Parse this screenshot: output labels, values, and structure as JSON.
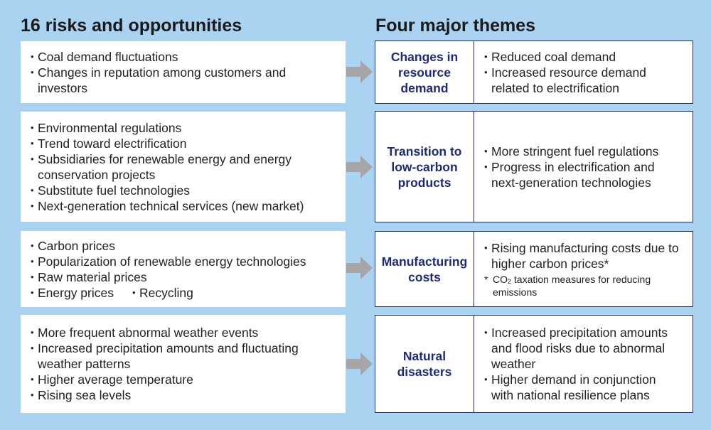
{
  "headings": {
    "left": "16 risks and opportunities",
    "right": "Four major themes"
  },
  "colors": {
    "background": "#a9d3f1",
    "theme_text": "#1f2a78",
    "border": "#1f2a6b",
    "arrow": "#a6a6a6"
  },
  "bullet_symbol": "•",
  "rows": [
    {
      "risks": [
        "Coal demand fluctuations",
        "Changes in reputation among customers and investors"
      ],
      "theme": "Changes in resource demand",
      "details": [
        "Reduced coal demand",
        "Increased resource demand related to electrification"
      ]
    },
    {
      "risks": [
        "Environmental regulations",
        "Trend toward electrification",
        "Subsidiaries for renewable energy and energy conservation projects",
        "Substitute fuel technologies",
        "Next-generation technical services (new market)"
      ],
      "theme": "Transition to low-carbon products",
      "details": [
        "More stringent fuel regulations",
        "Progress in electrification and next-generation technologies"
      ]
    },
    {
      "risks": [
        "Carbon prices",
        "Popularization of renewable energy technologies",
        "Raw material prices"
      ],
      "risks_pair": [
        "Energy prices",
        "Recycling"
      ],
      "theme": "Manufacturing costs",
      "details": [
        "Rising manufacturing costs due to higher carbon prices*"
      ],
      "note": {
        "star": "*",
        "prefix": "CO",
        "subscript": "2",
        "text": " taxation measures for reducing emissions"
      }
    },
    {
      "risks": [
        "More frequent abnormal weather events",
        "Increased precipitation amounts and fluctuating weather patterns",
        "Higher average temperature",
        "Rising sea levels"
      ],
      "theme": "Natural disasters",
      "details": [
        "Increased precipitation amounts and flood risks due to abnormal weather",
        "Higher demand in conjunction with national resilience plans"
      ]
    }
  ]
}
